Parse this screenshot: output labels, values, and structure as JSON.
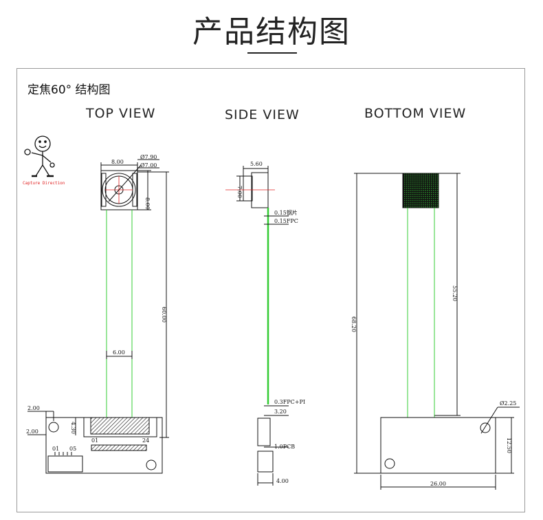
{
  "page_title": "产品结构图",
  "subtitle": "定焦60° 结构图",
  "views": {
    "top": "TOP VIEW",
    "side": "SIDE VIEW",
    "bottom": "BOTTOM VIEW"
  },
  "capture_direction": "Capture Direction",
  "top_dims": {
    "lens_width": "8.00",
    "outer_dia": "Ø7.90",
    "inner_dia": "Ø7.00",
    "lens_height": "8.00",
    "cable_length": "60.00",
    "cable_width": "6.00",
    "hole_offset_x": "2.00",
    "hole_offset_y": "2.00",
    "conn_height": "4.30",
    "pin_01": "01",
    "pin_05": "05",
    "pin_a": "01",
    "pin_b": "24"
  },
  "side_dims": {
    "lens_length": "5.60",
    "lens_dia": "7.00",
    "steel": "0.15钢片",
    "fpc": "0.15FPC",
    "fpc_pi": "0.3FPC+PI",
    "conn": "3.20",
    "pcb": "1.0PCB",
    "board": "4.00"
  },
  "bottom_dims": {
    "total_length": "68.20",
    "cable_length": "55.20",
    "hole_dia": "Ø2.25",
    "board_height": "12.50",
    "board_width": "26.00"
  },
  "colors": {
    "line": "#111111",
    "cable": "#33cc33",
    "axis": "#e02020",
    "frame": "#9a9a9a"
  }
}
